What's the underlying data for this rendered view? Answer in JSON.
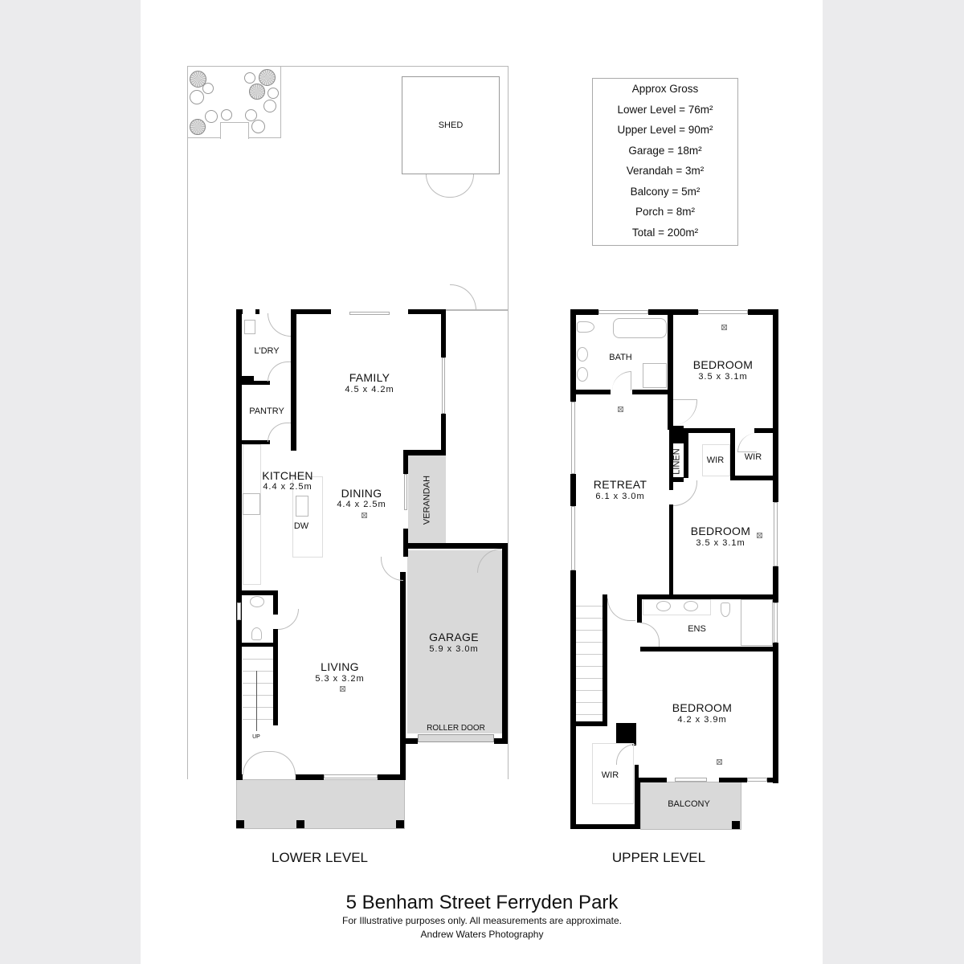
{
  "summary": {
    "title": "Approx Gross",
    "rows": [
      {
        "label": "Lower Level",
        "value": "76m²",
        "text": "Lower Level =  76m²"
      },
      {
        "label": "Upper Level",
        "value": "90m²",
        "text": "Upper Level =  90m²"
      },
      {
        "label": "Garage",
        "value": "18m²",
        "text": "Garage = 18m²"
      },
      {
        "label": "Verandah",
        "value": "3m²",
        "text": "Verandah = 3m²"
      },
      {
        "label": "Balcony",
        "value": "5m²",
        "text": "Balcony = 5m²"
      },
      {
        "label": "Porch",
        "value": "8m²",
        "text": "Porch = 8m²"
      },
      {
        "label": "Total",
        "value": "200m²",
        "text": "Total = 200m²"
      }
    ]
  },
  "yard": {
    "shed": "SHED"
  },
  "lower_level": {
    "caption": "LOWER LEVEL",
    "rooms": {
      "laundry": {
        "name": "L'DRY"
      },
      "pantry": {
        "name": "PANTRY"
      },
      "family": {
        "name": "FAMILY",
        "dims": "4.5 x 4.2m"
      },
      "kitchen": {
        "name": "KITCHEN",
        "dims": "4.4 x 2.5m"
      },
      "dining": {
        "name": "DINING",
        "dims": "4.4 x 2.5m"
      },
      "verandah": {
        "name": "VERANDAH"
      },
      "dishwasher": {
        "name": "DW"
      },
      "garage": {
        "name": "GARAGE",
        "dims": "5.9 x 3.0m"
      },
      "roller_door": {
        "name": "ROLLER DOOR"
      },
      "living": {
        "name": "LIVING",
        "dims": "5.3 x 3.2m"
      },
      "stairs": {
        "name": "UP"
      }
    }
  },
  "upper_level": {
    "caption": "UPPER LEVEL",
    "rooms": {
      "bath": {
        "name": "BATH"
      },
      "bedroom1": {
        "name": "BEDROOM",
        "dims": "3.5 x 3.1m"
      },
      "retreat": {
        "name": "RETREAT",
        "dims": "6.1 x 3.0m"
      },
      "linen": {
        "name": "LINEN"
      },
      "wir1": {
        "name": "WIR"
      },
      "wir2": {
        "name": "WIR"
      },
      "bedroom2": {
        "name": "BEDROOM",
        "dims": "3.5 x 3.1m"
      },
      "ensuite": {
        "name": "ENS"
      },
      "bedroom3": {
        "name": "BEDROOM",
        "dims": "4.2 x 3.9m"
      },
      "wir3": {
        "name": "WIR"
      },
      "balcony": {
        "name": "BALCONY"
      }
    }
  },
  "footer": {
    "address": "5 Benham Street Ferryden Park",
    "disclaimer": "For Illustrative purposes only.  All measurements are approximate.",
    "credit": "Andrew Waters Photography"
  }
}
